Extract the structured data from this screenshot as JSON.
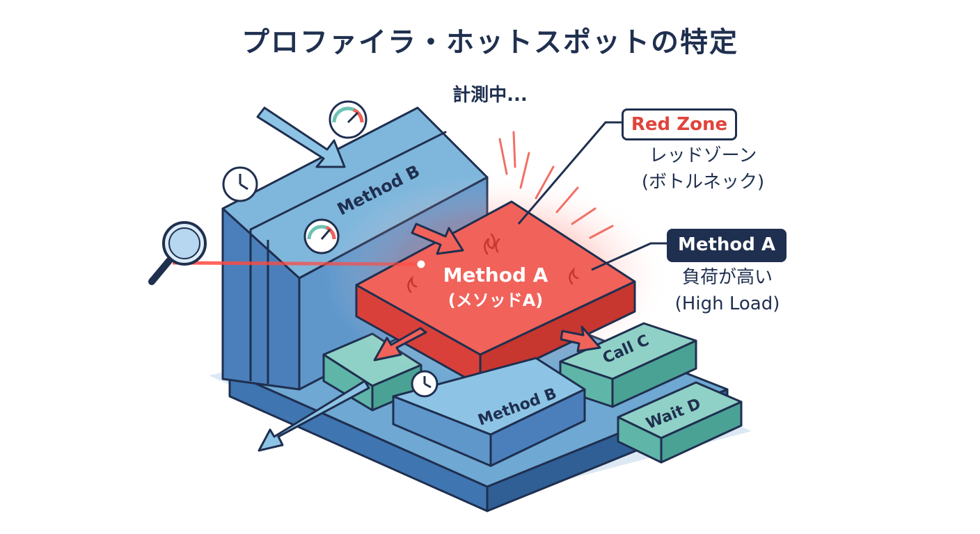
{
  "title": "プロファイラ・ホットスポットの特定",
  "subtitle": "計測中...",
  "blocks": {
    "method_b_tall": "Method B",
    "method_a_main": "Method A",
    "method_a_sub": "(メソッドA)",
    "call_c": "Call C",
    "method_b_low": "Method B",
    "wait_d": "Wait D"
  },
  "callouts": {
    "red_zone": {
      "label": "Red Zone",
      "line1": "レッドゾーン",
      "line2": "(ボトルネック)"
    },
    "method_a": {
      "label": "Method A",
      "line1": "負荷が高い",
      "line2": "(High Load)"
    }
  },
  "icons": [
    "gauge-icon",
    "clock-icon",
    "magnifier-icon",
    "flame-icon",
    "arrow-icon"
  ],
  "colors": {
    "navy": "#1f2f4f",
    "hot_red": "#e8453c",
    "blue_block": "#6fa8d2",
    "teal_block": "#6cc2b4",
    "base_blue": "#3f75b0"
  }
}
